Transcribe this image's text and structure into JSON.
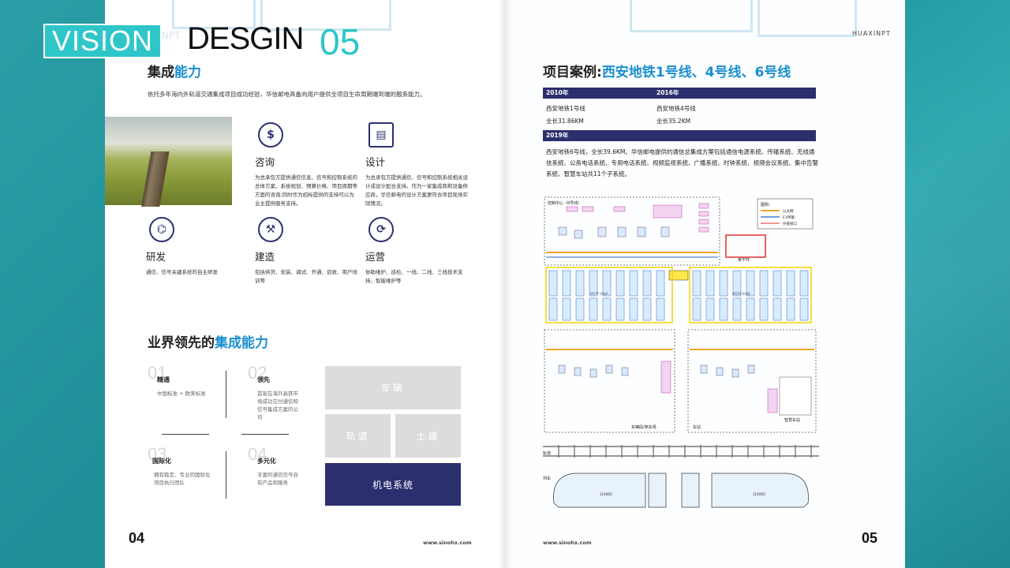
{
  "header": {
    "vision": "VISION",
    "npt": "NPT",
    "desgin": "DESGIN",
    "num": "05",
    "brand": "HUAXINPT"
  },
  "left": {
    "section1_title": "集成",
    "section1_title_hl": "能力",
    "intro": "依托多年海内外轨道交通集成项目成功经验，华信邮电具备向用户提供全项目生命周期端到端的服务能力。",
    "services": [
      {
        "icon": "dollar-icon",
        "glyph": "$",
        "name": "咨询",
        "desc": "为总承包方提供通信信息、信号和控制系统的总体方案、系统规划、预算价格、项目周期等方面的咨询;同时作为招标提供的支持可以为业主提供服务支持。"
      },
      {
        "icon": "document-icon",
        "glyph": "▤",
        "name": "设计",
        "desc": "为总承包方提供通信、信号和控制系统相关设计或设计配合支持。作为一家集成商和设备供应商，华信邮电的设计方案更符合项目现场实际情况。"
      },
      {
        "icon": "dna-icon",
        "glyph": "⌬",
        "name": "研发",
        "desc": "通信、信号关键系统的自主研发"
      },
      {
        "icon": "crane-icon",
        "glyph": "⚒",
        "name": "建造",
        "desc": "包括供货、安装、调试、开通、验收、用户培训等"
      },
      {
        "icon": "cycle-icon",
        "glyph": "⟳",
        "name": "运营",
        "desc": "协助维护、巡检、一线、二线、三线技术支持，智能维护等"
      }
    ],
    "section2_title": "业界领先的",
    "section2_title_hl": "集成能力",
    "items": [
      {
        "num": "01",
        "label": "精通",
        "desc": "中国标准 + 欧美标准"
      },
      {
        "num": "02",
        "label": "领先",
        "desc": "首家在海外高铁市场成功交付通信和信号集成方案的公司"
      },
      {
        "num": "03",
        "label": "国际化",
        "desc": "拥有稳定、专业的国际化项目执行团队"
      },
      {
        "num": "04",
        "label": "多元化",
        "desc": "丰富的通信信号自有产品和服务"
      }
    ],
    "tiles": {
      "vehicle": "车辆",
      "track": "轨道",
      "civil": "土建",
      "mech": "机电系统"
    },
    "page_num": "04",
    "website": "www.sinohx.com"
  },
  "right": {
    "case_title": "项目案例:",
    "case_title_hl": "西安地铁1号线、4号线、6号线",
    "bar1_y1": "2010年",
    "bar1_y2": "2016年",
    "line1_name": "西安地铁1号线",
    "line1_len": "全长31.86KM",
    "line4_name": "西安地铁4号线",
    "line4_len": "全长35.2KM",
    "bar2_y": "2019年",
    "paragraph": "西安地铁6号线，全长39.6KM。华信邮电提供的通信总集成方案包括通信电源系统、传输系统、无线通信系统、公务电话系统、专用电话系统、视频监视系统、广播系统、时钟系统、视频会议系统、集中告警系统、智慧车站共11个子系统。",
    "diagram": {
      "control_center": "控制中心（6号线）",
      "legend_title": "图例：",
      "legend": [
        "以太网",
        "E1传输",
        "外接接口"
      ],
      "backbone": "骨干环",
      "depot": "车辆段/停车场",
      "station": "车站",
      "smart": "智慧车站",
      "track": "轨道",
      "train": "列车",
      "power": "110VDC",
      "mstp1": "MSTP 环网A",
      "mstp2": "MSTP 环网B"
    },
    "page_num": "05",
    "website": "www.sinohx.com"
  }
}
